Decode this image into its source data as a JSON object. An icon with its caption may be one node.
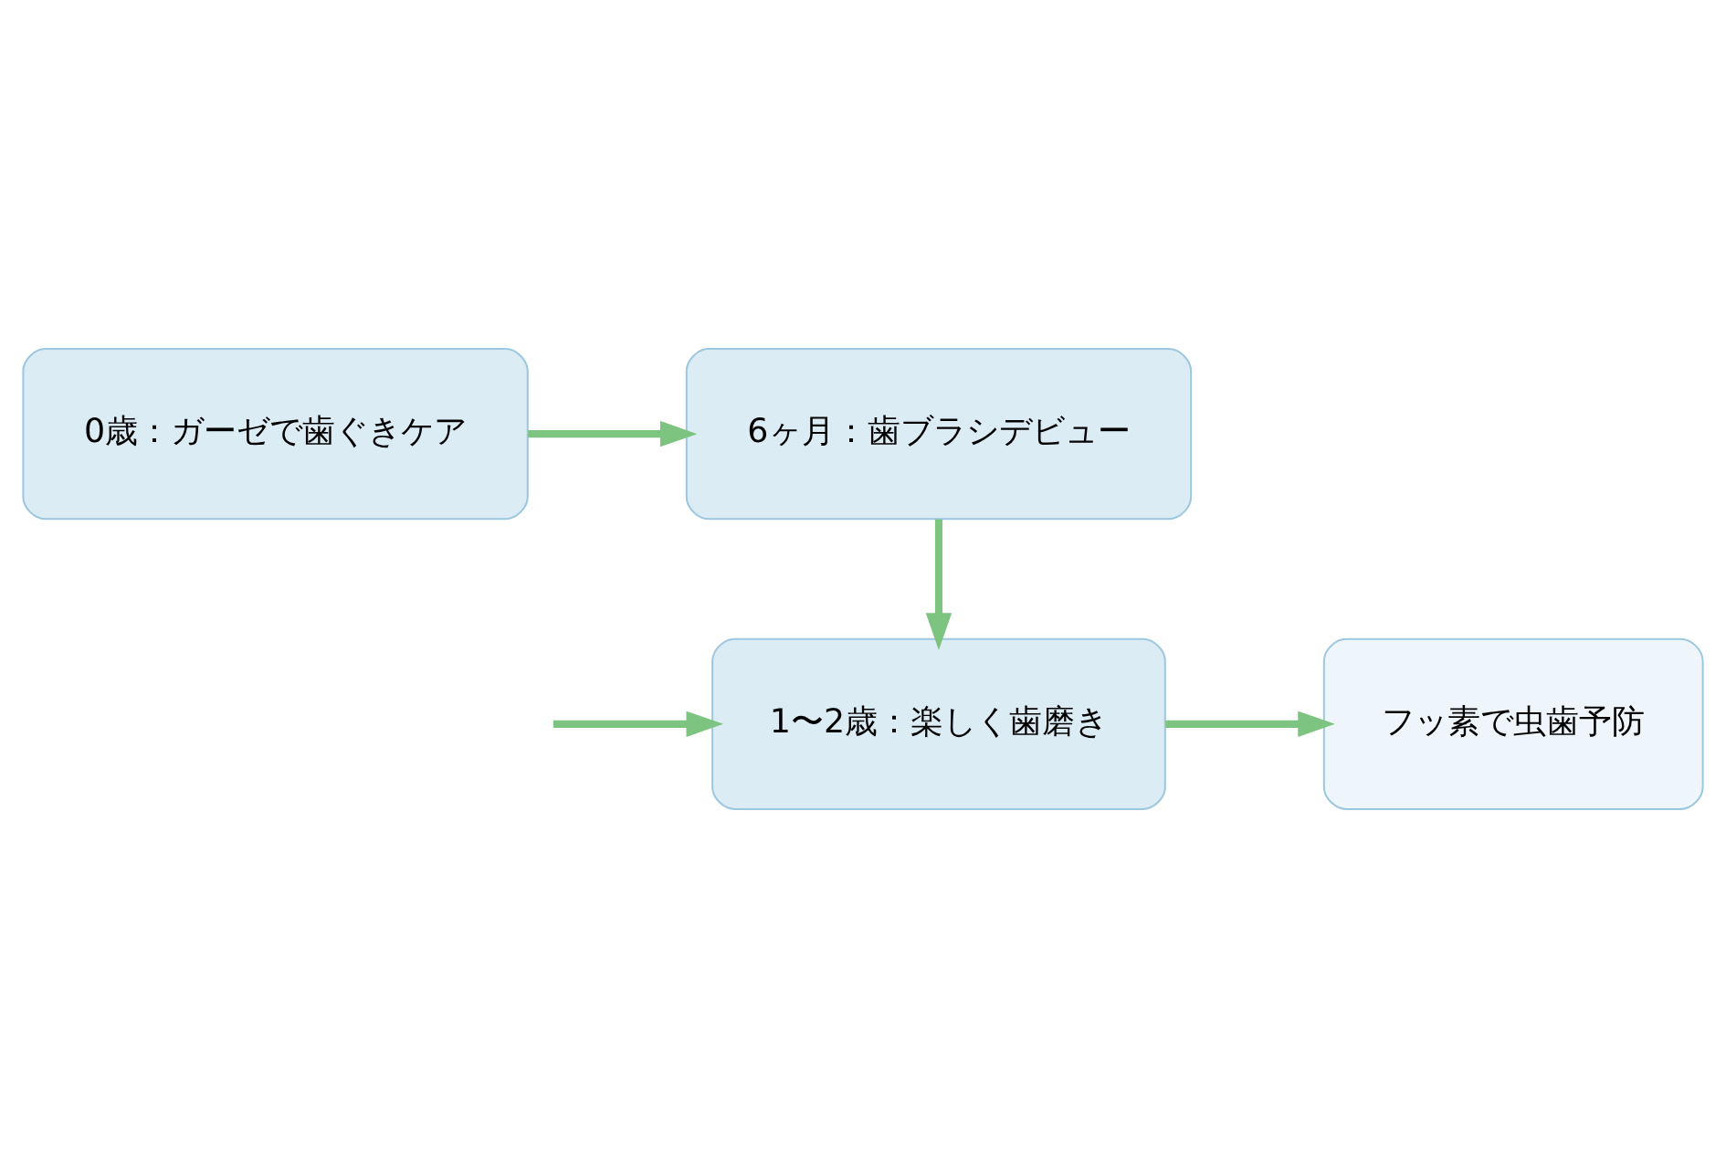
{
  "diagram": {
    "nodes": [
      {
        "text": [
          "0歳：ガーゼで歯ぐきケア"
        ]
      },
      {
        "text": [
          "6ヶ月：歯ブラシデビュー"
        ]
      },
      {
        "text": [
          "1〜2歳：楽しく歯磨き"
        ]
      },
      {
        "text": [
          "フッ素で虫歯予防"
        ]
      }
    ],
    "edges": [
      {
        "from": 0,
        "to": 1,
        "arrow": "to"
      },
      {
        "from": 1,
        "to": 2,
        "arrow": "to"
      },
      {
        "from": null,
        "to": 2,
        "arrow": "to"
      },
      {
        "from": 2,
        "to": 3,
        "arrow": "to"
      }
    ]
  }
}
